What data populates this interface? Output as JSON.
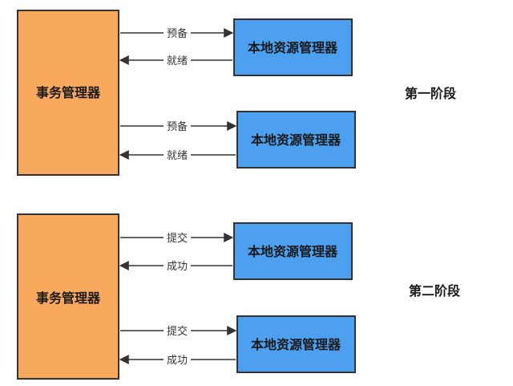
{
  "colors": {
    "tm_fill": "#F9A95E",
    "rm_fill": "#4DA0F0",
    "border": "#333333",
    "arrow": "#333333"
  },
  "phase1": {
    "label": "第一阶段",
    "tm_label": "事务管理器",
    "rm1_label": "本地资源管理器",
    "rm2_label": "本地资源管理器",
    "req1": "预备",
    "resp1": "就绪",
    "req2": "预备",
    "resp2": "就绪"
  },
  "phase2": {
    "label": "第二阶段",
    "tm_label": "事务管理器",
    "rm1_label": "本地资源管理器",
    "rm2_label": "本地资源管理器",
    "req1": "提交",
    "resp1": "成功",
    "req2": "提交",
    "resp2": "成功"
  }
}
